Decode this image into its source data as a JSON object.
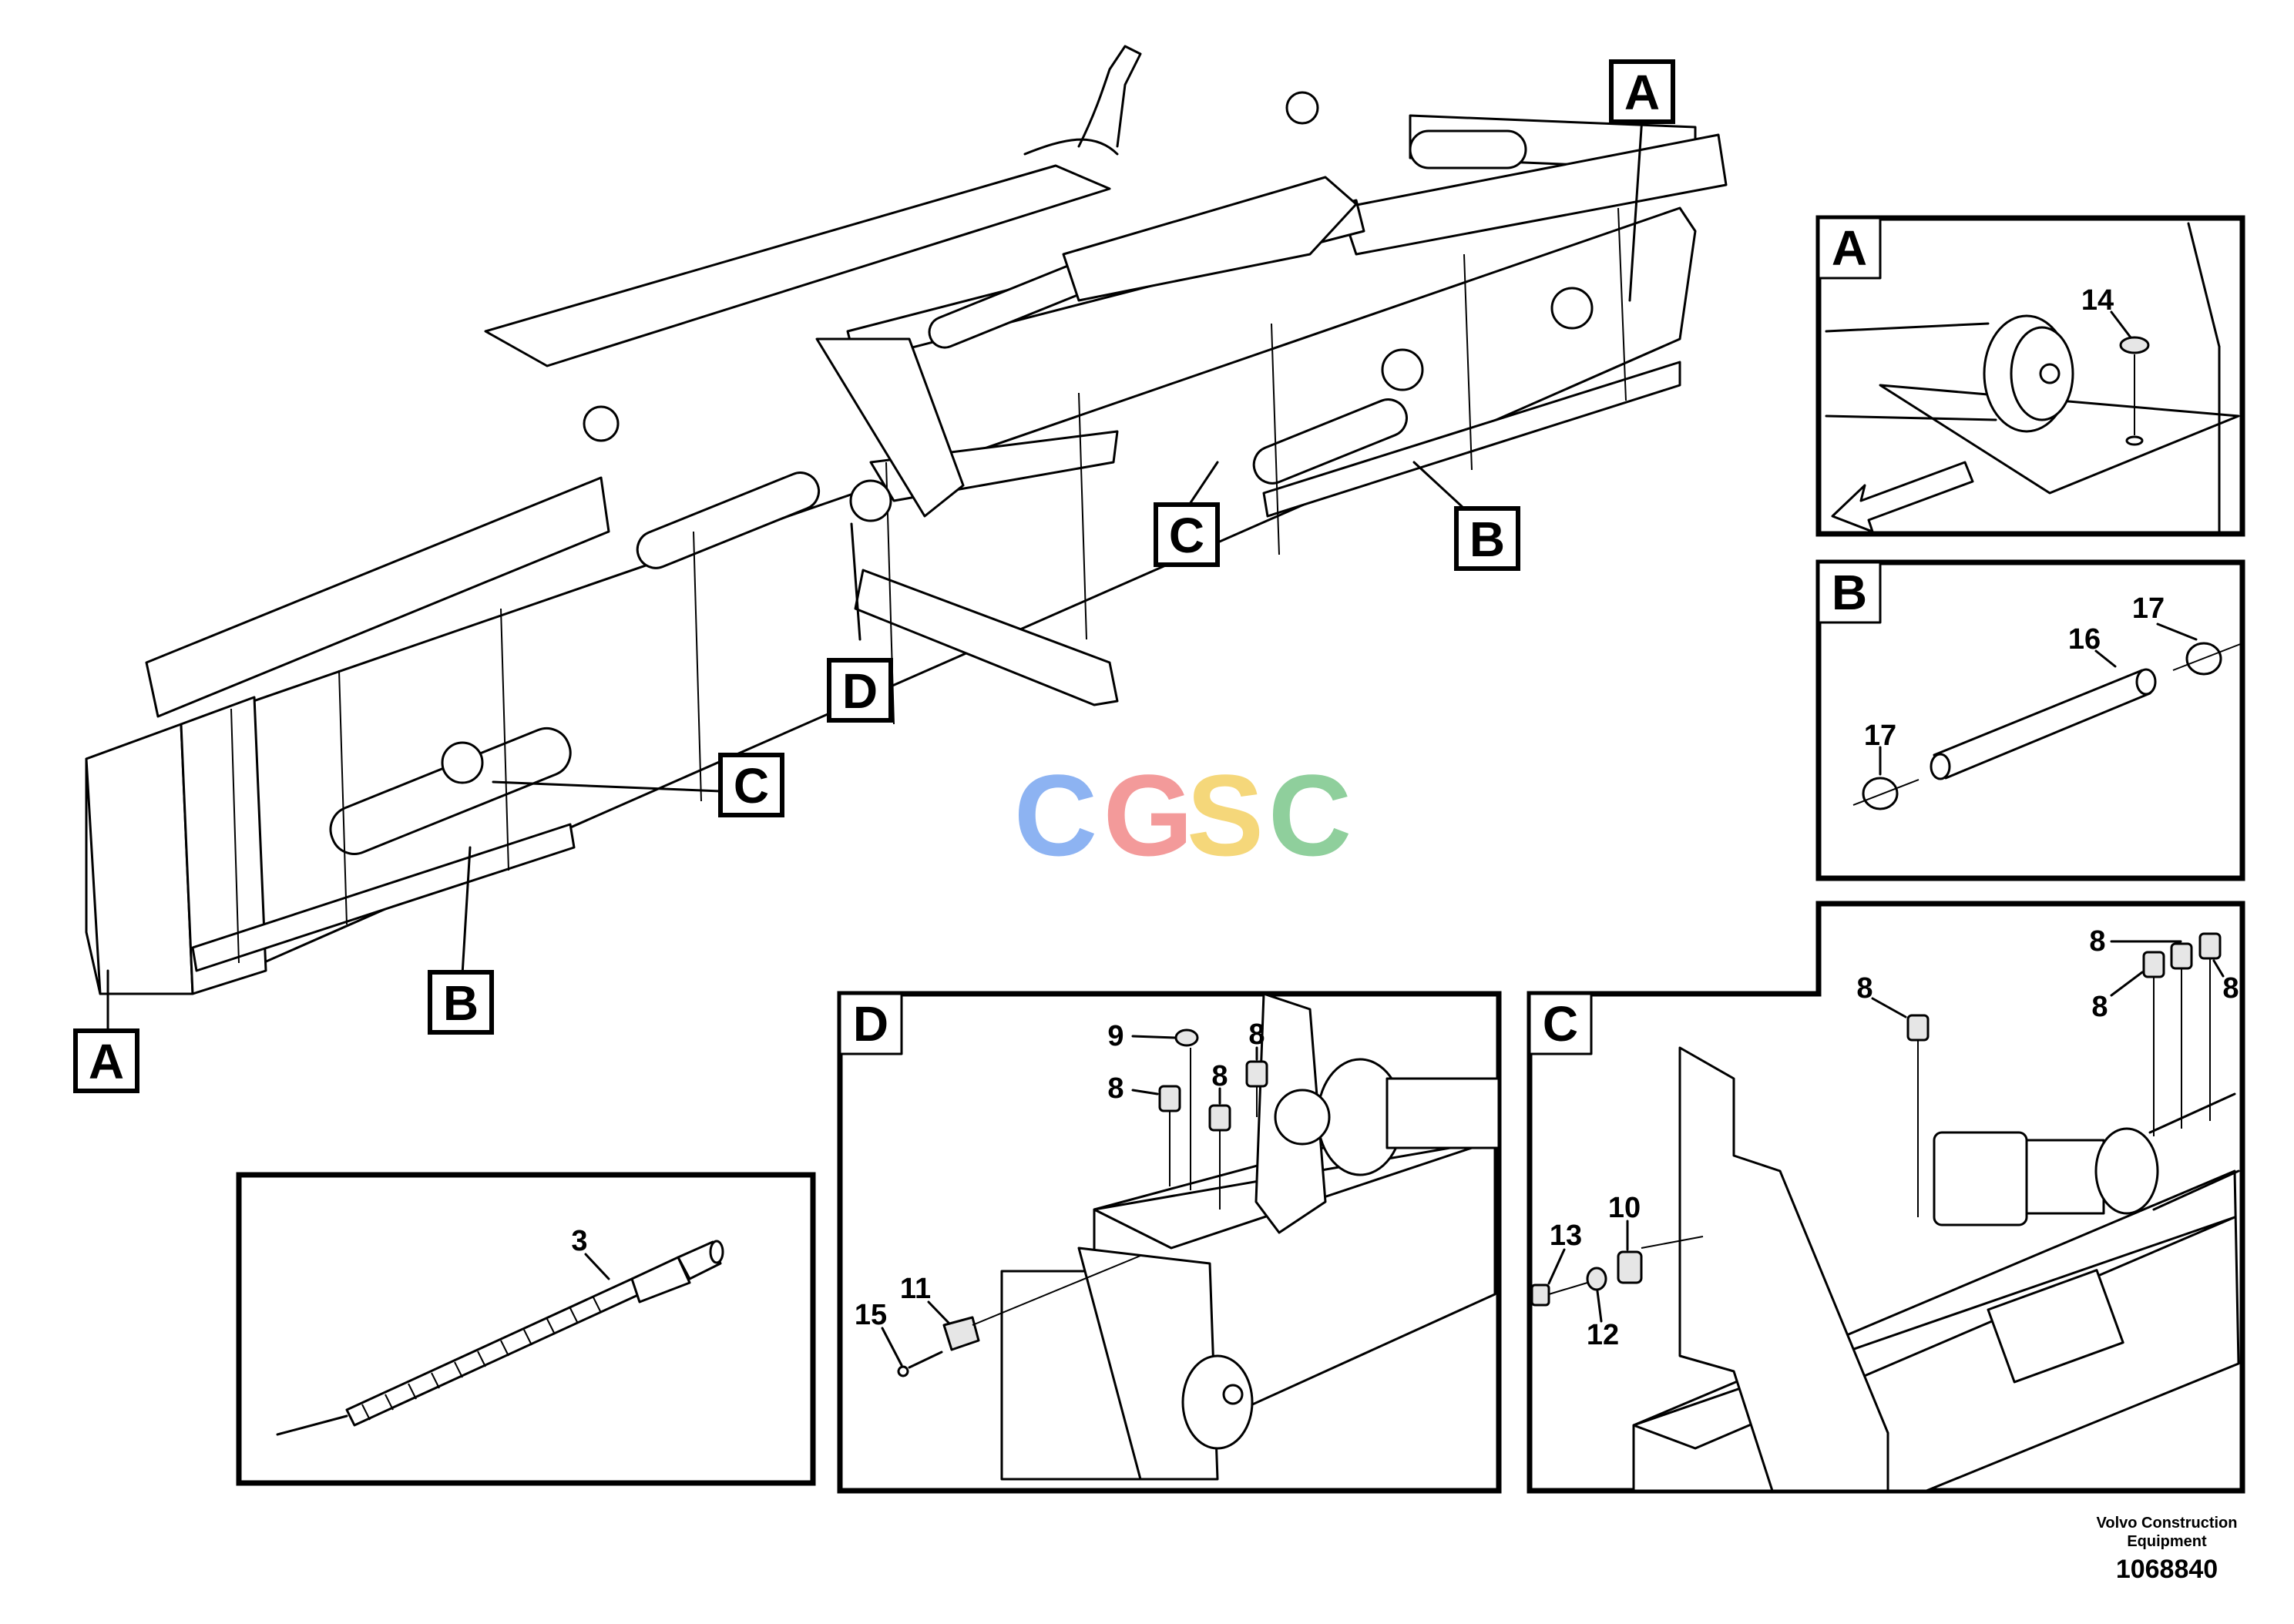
{
  "main_callouts": {
    "a_top": "A",
    "b_right": "B",
    "c_mid": "C",
    "d": "D",
    "c_left": "C",
    "b_left": "B",
    "a_left": "A"
  },
  "detail_a": {
    "label": "A",
    "part_14": "14"
  },
  "detail_b": {
    "label": "B",
    "part_16": "16",
    "part_17_right": "17",
    "part_17_left": "17"
  },
  "detail_d": {
    "label": "D",
    "part_9": "9",
    "part_8_top": "8",
    "part_8_mid": "8",
    "part_8_left": "8",
    "part_11": "11",
    "part_15": "15"
  },
  "detail_c": {
    "label": "C",
    "part_8_top": "8",
    "part_8_a": "8",
    "part_8_b": "8",
    "part_8_c": "8",
    "part_10": "10",
    "part_13": "13",
    "part_12": "12"
  },
  "detail_3": {
    "part_3": "3"
  },
  "watermark": {
    "letters": [
      "C",
      "G",
      "S",
      "C"
    ],
    "colors": [
      "#8db3f2",
      "#f39a9a",
      "#f5d77a",
      "#8fcf9c"
    ]
  },
  "footer": {
    "company_line1": "Volvo Construction",
    "company_line2": "Equipment",
    "drawing_number": "1068840"
  }
}
